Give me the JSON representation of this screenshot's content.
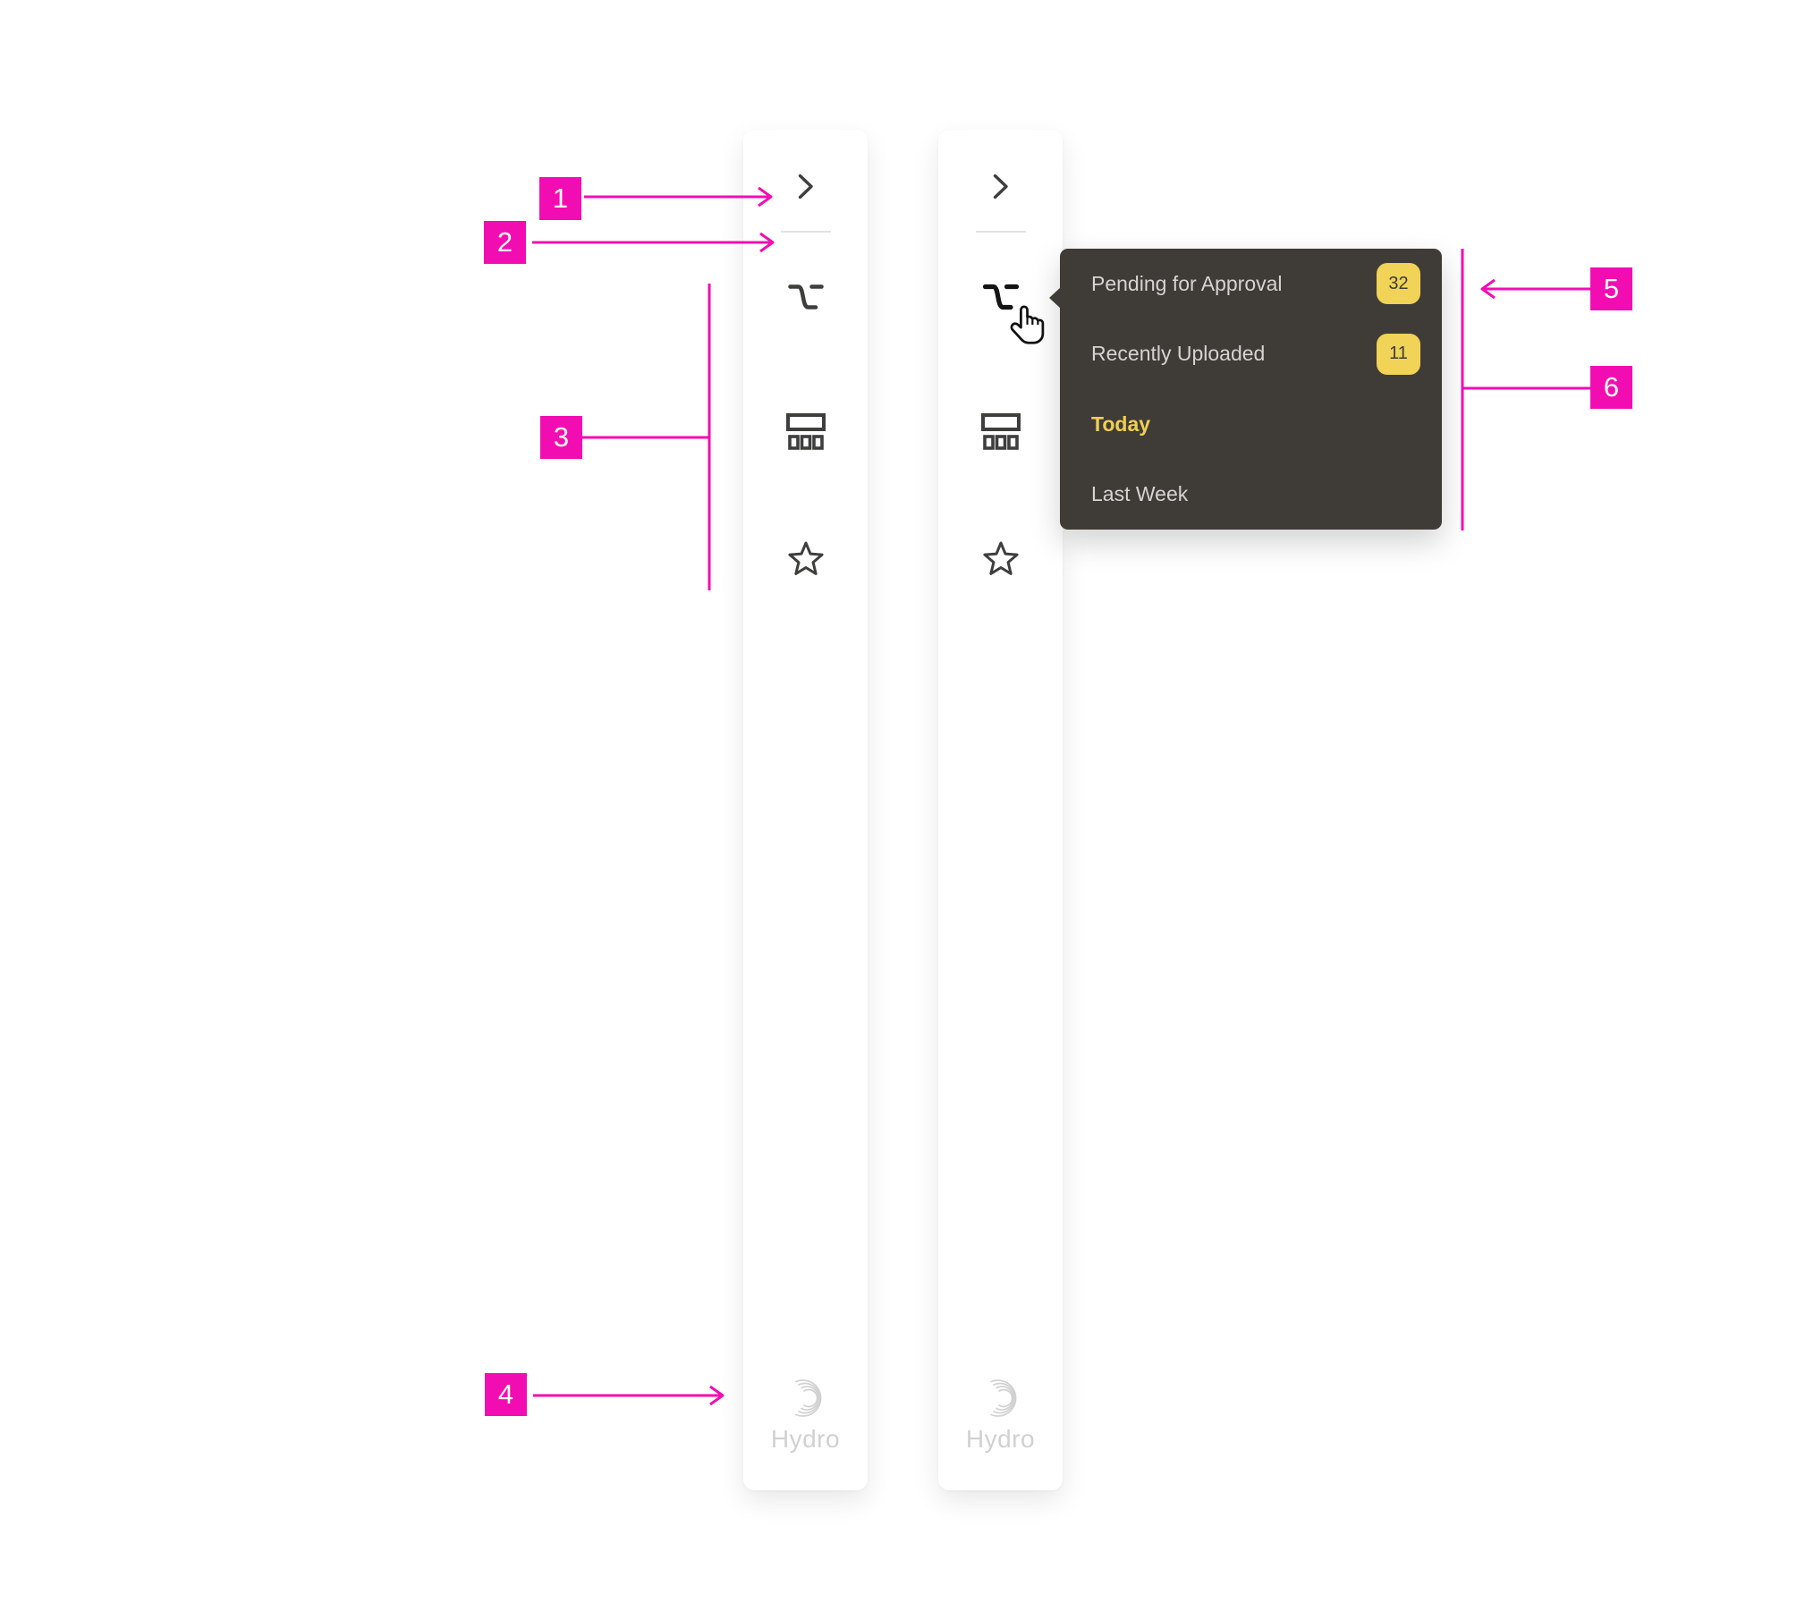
{
  "sidebars": [
    {
      "logo_text": "Hydro"
    },
    {
      "logo_text": "Hydro"
    }
  ],
  "flyout": {
    "items": [
      {
        "label": "Pending for Approval",
        "badge": "32"
      },
      {
        "label": "Recently Uploaded",
        "badge": "11"
      },
      {
        "label": "Today"
      },
      {
        "label": "Last Week"
      }
    ]
  },
  "annotations": [
    {
      "number": "1"
    },
    {
      "number": "2"
    },
    {
      "number": "3"
    },
    {
      "number": "4"
    },
    {
      "number": "5"
    },
    {
      "number": "6"
    }
  ],
  "icons": {
    "expand": "chevron-right-icon",
    "nav": [
      "curve-icon",
      "board-icon",
      "star-icon"
    ],
    "cursor": "hand-pointer-cursor",
    "logo": "hydro-crescent-logo"
  },
  "colors": {
    "annotation_magenta": "#F20DB3",
    "flyout_background": "#3F3C38",
    "flyout_text": "#D6D3D0",
    "highlight_yellow": "#EFCF52",
    "badge_background": "#F0D357",
    "badge_text": "#3F3C38",
    "icon_default": "#3E3E3C",
    "icon_active": "#141414",
    "divider_gray": "#E2E2E2",
    "logo_gray": "#D1D1D1",
    "surface": "#FFFFFF"
  }
}
